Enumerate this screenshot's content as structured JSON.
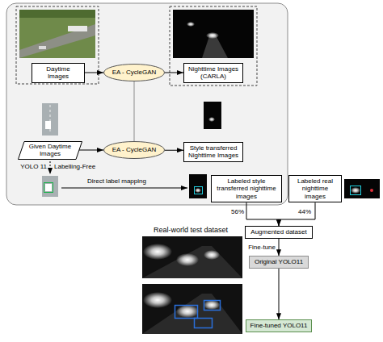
{
  "diagram": {
    "nodes": [
      {
        "text": [
          "Daytime Images"
        ]
      },
      {
        "text": [
          "EA - CycleGAN"
        ]
      },
      {
        "text": [
          "Nighttime Images (CARLA)"
        ]
      },
      {
        "text": [
          "Given Daytime Images"
        ]
      },
      {
        "text": [
          "EA - CycleGAN"
        ]
      },
      {
        "text": [
          "Style transferred Nighttime Images"
        ]
      },
      {
        "text": [
          "Labeled style transferred nighttime images"
        ]
      },
      {
        "text": [
          "Labeled real nighttime images"
        ]
      },
      {
        "text": [
          "Augmented dataset"
        ]
      },
      {
        "text": [
          "Original YOLO11"
        ]
      },
      {
        "text": [
          "Fine-tuned YOLO11"
        ]
      }
    ],
    "edges": [
      {
        "from": 0,
        "to": 1,
        "arrow": "to"
      },
      {
        "from": 1,
        "to": 2,
        "arrow": "to"
      },
      {
        "from": 1,
        "to": 4,
        "arrow": "none"
      },
      {
        "from": 3,
        "to": 4,
        "arrow": "to"
      },
      {
        "from": 4,
        "to": 5,
        "arrow": "to"
      },
      {
        "from": 6,
        "to": 8,
        "arrow": "to",
        "label": "56%"
      },
      {
        "from": 7,
        "to": 8,
        "arrow": "to",
        "label": "44%"
      },
      {
        "from": 8,
        "to": 9,
        "arrow": "to",
        "label": "Fine-tune"
      },
      {
        "from": 9,
        "to": 10,
        "arrow": "to"
      }
    ],
    "labels": [
      "YOLO 11",
      "Labelling-Free",
      "Direct label mapping",
      "Real-world test dataset"
    ]
  }
}
